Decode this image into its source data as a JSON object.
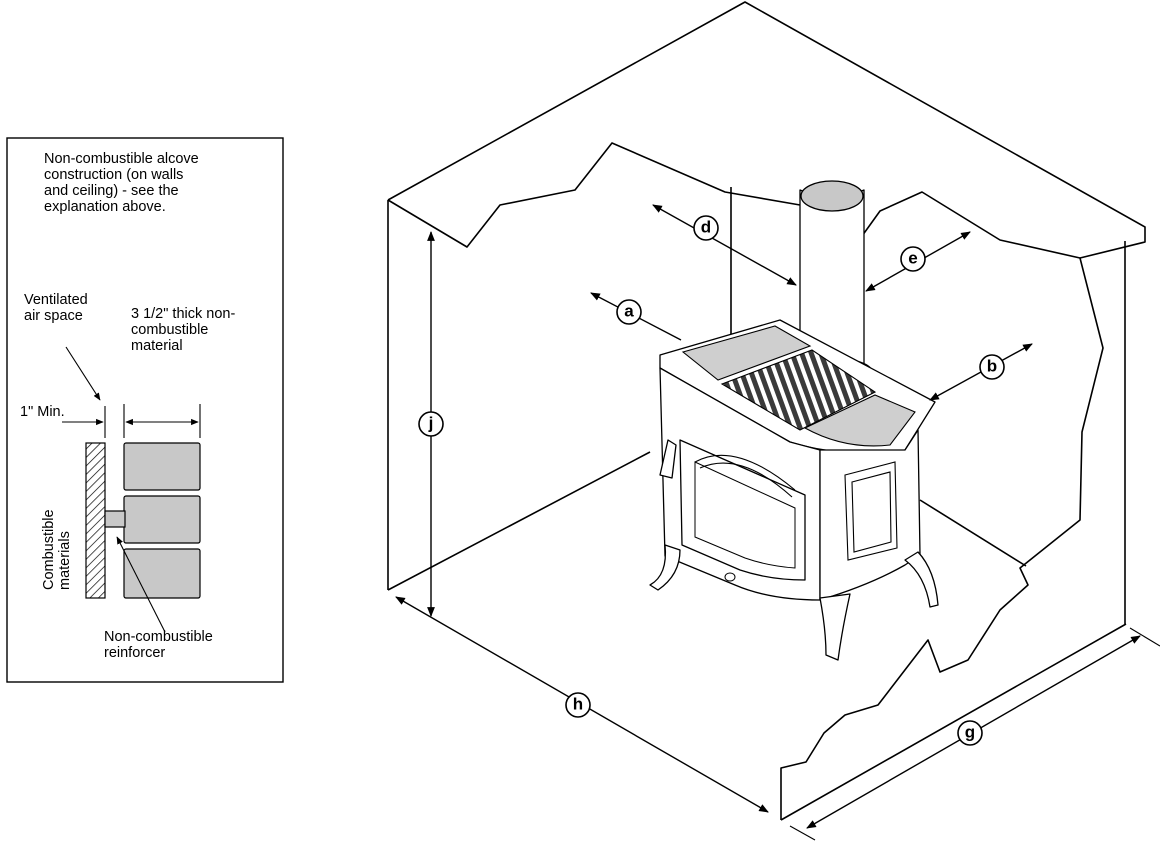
{
  "inset": {
    "note_lines": [
      "Non-combustible alcove",
      "construction (on walls",
      "and ceiling) - see the",
      "explanation above."
    ],
    "ventilated_lines": [
      "Ventilated",
      "air space"
    ],
    "thick_lines": [
      "3 1/2\" thick non-",
      "combustible",
      "material"
    ],
    "min_label": "1\" Min.",
    "combustible_lines": [
      "Combustible",
      "materials"
    ],
    "reinforcer_lines": [
      "Non-combustible",
      "reinforcer"
    ]
  },
  "callouts": {
    "a": "a",
    "b": "b",
    "d": "d",
    "e": "e",
    "g": "g",
    "h": "h",
    "j": "j"
  },
  "colors": {
    "line": "#000000",
    "material_fill": "#c8c8c8",
    "flue_cap": "#c8c8c8"
  }
}
